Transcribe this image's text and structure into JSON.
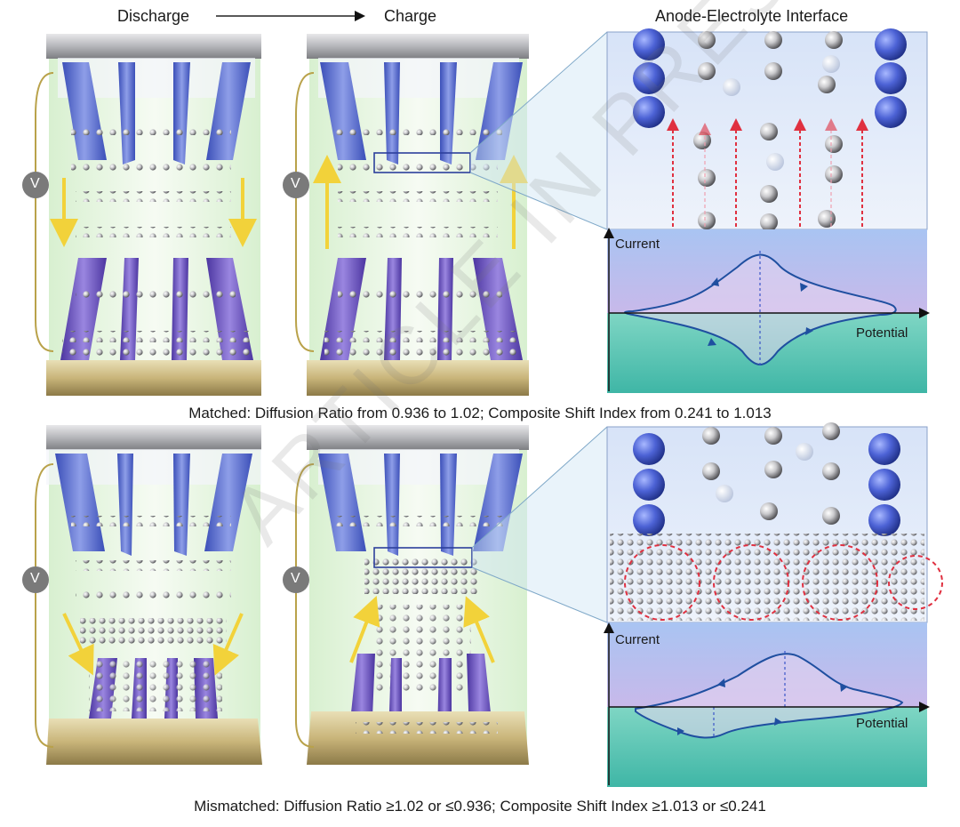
{
  "headers": {
    "discharge": "Discharge",
    "charge": "Charge",
    "interface": "Anode-Electrolyte Interface"
  },
  "captions": {
    "matched": "Matched: Diffusion Ratio from 0.936 to 1.02; Composite Shift Index from 0.241 to 1.013",
    "mismatched": "Mismatched: Diffusion Ratio ≥1.02 or ≤0.936; Composite Shift Index ≥1.013 or ≤0.241"
  },
  "voltmeter_symbol": "V",
  "plots": {
    "current_label": "Current",
    "potential_label": "Potential"
  },
  "watermark": "ARTICLE IN PRESS",
  "colors": {
    "electrode_blue": "#5a6fd0",
    "electrode_purple": "#6a4fc0",
    "arrow_yellow": "#f2d23a",
    "arrow_red": "#e03040",
    "curve_blue": "#1f4fa0",
    "plot_top": "#b9c4ef",
    "plot_bottom": "#5ec7ba"
  }
}
